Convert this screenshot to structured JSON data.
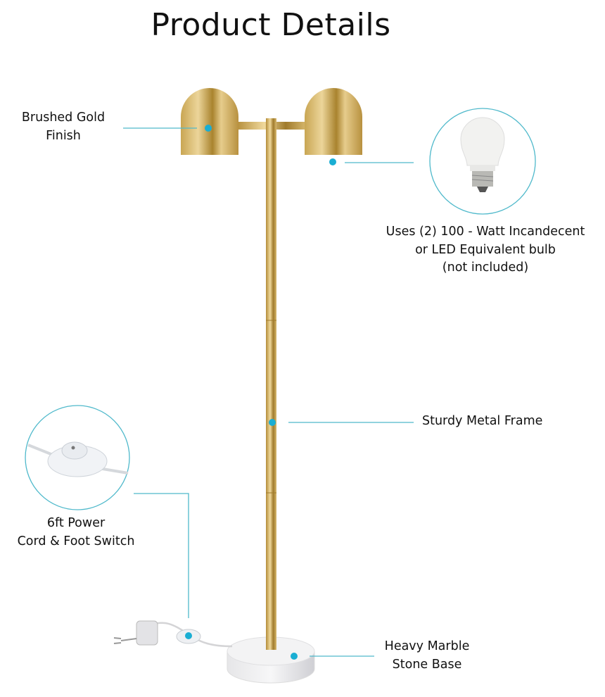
{
  "title": "Product Details",
  "colors": {
    "accent_line": "#4fb9cb",
    "accent_dot": "#1aaed3",
    "gold": "#c9a54a"
  },
  "callouts": {
    "finish": {
      "line1": "Brushed Gold",
      "line2": "Finish"
    },
    "bulb": {
      "line1": "Uses (2) 100 - Watt Incandecent",
      "line2": "or LED Equivalent bulb",
      "line3": "(not included)"
    },
    "frame": {
      "line1": "Sturdy Metal Frame"
    },
    "cord": {
      "line1": "6ft Power",
      "line2": "Cord & Foot Switch"
    },
    "base": {
      "line1": "Heavy Marble",
      "line2": "Stone Base"
    }
  }
}
